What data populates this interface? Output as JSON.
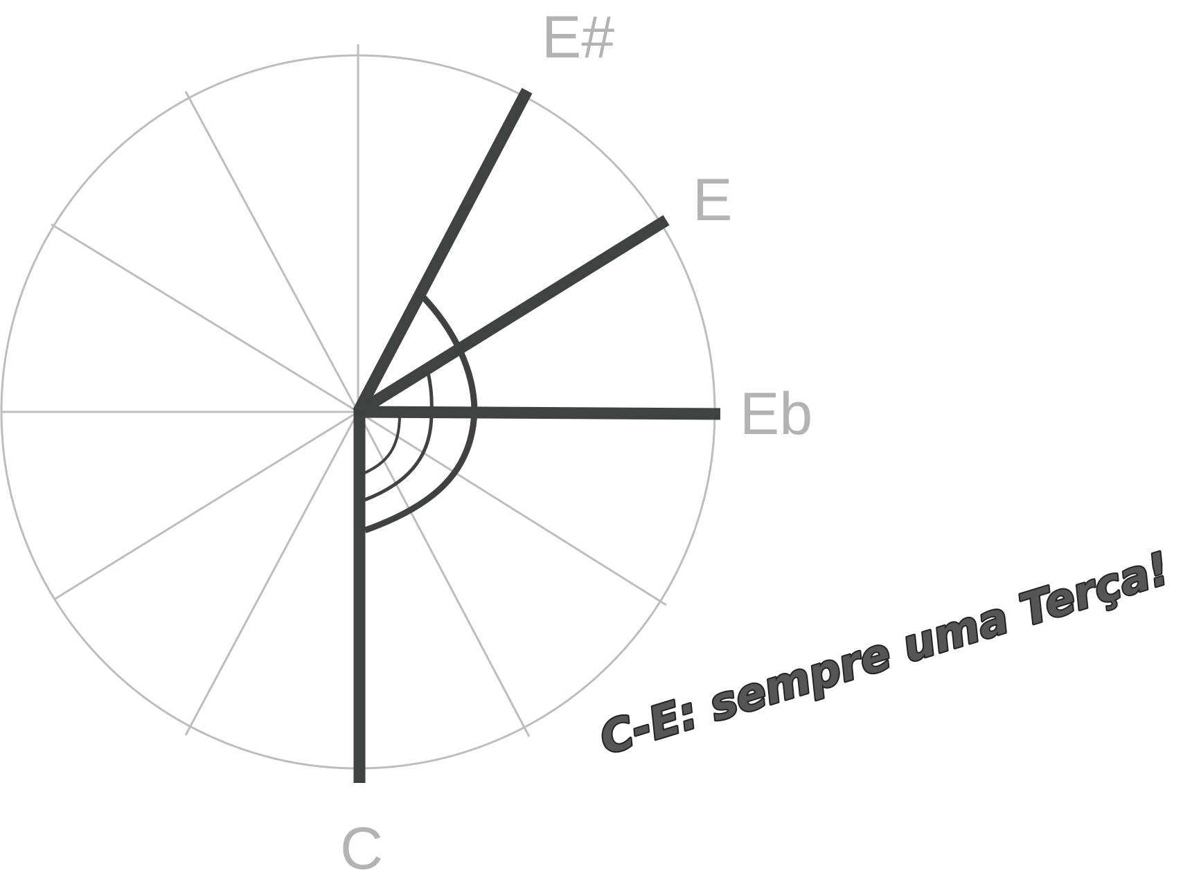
{
  "diagram": {
    "notes": {
      "c": "C",
      "eb": "Eb",
      "e": "E",
      "esharp": "E#"
    },
    "caption": "C-E: sempre uma Terça!",
    "colors": {
      "circle": "#bdbdbd",
      "spokes": "#bdbdbd",
      "intervals": "#404141",
      "labels": "#b3b3b3",
      "caption_fill": "#555555",
      "caption_stroke": "#222222",
      "caption_outline": "#ffffff"
    }
  }
}
